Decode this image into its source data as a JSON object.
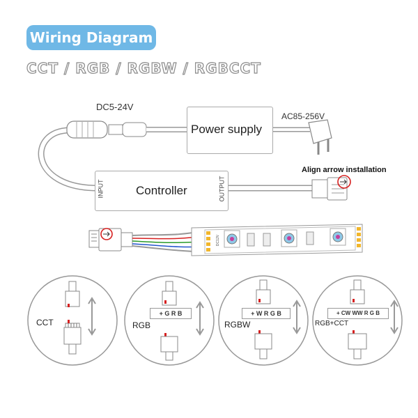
{
  "header": {
    "title": "Wiring Diagram",
    "subtitle": "CCT / RGB / RGBW / RGBCCT"
  },
  "power": {
    "dc_label": "DC5-24V",
    "ac_label": "AC85-256V",
    "supply_label": "Power supply"
  },
  "controller": {
    "label": "Controller",
    "input_label": "INPUT",
    "output_label": "OUTPUT"
  },
  "note": {
    "align": "Align arrow installation"
  },
  "strip": {
    "voltage": "DC12V"
  },
  "circles": [
    {
      "label": "CCT",
      "order": ""
    },
    {
      "label": "RGB",
      "order": "+ G R B"
    },
    {
      "label": "RGBW",
      "order": "+ W R G B"
    },
    {
      "label": "RGB+CCT",
      "order": "+ CW WW R G B"
    }
  ],
  "colors": {
    "badge": "#6fb8e6",
    "accent_red": "#d62020",
    "outline": "#aaaaaa"
  }
}
